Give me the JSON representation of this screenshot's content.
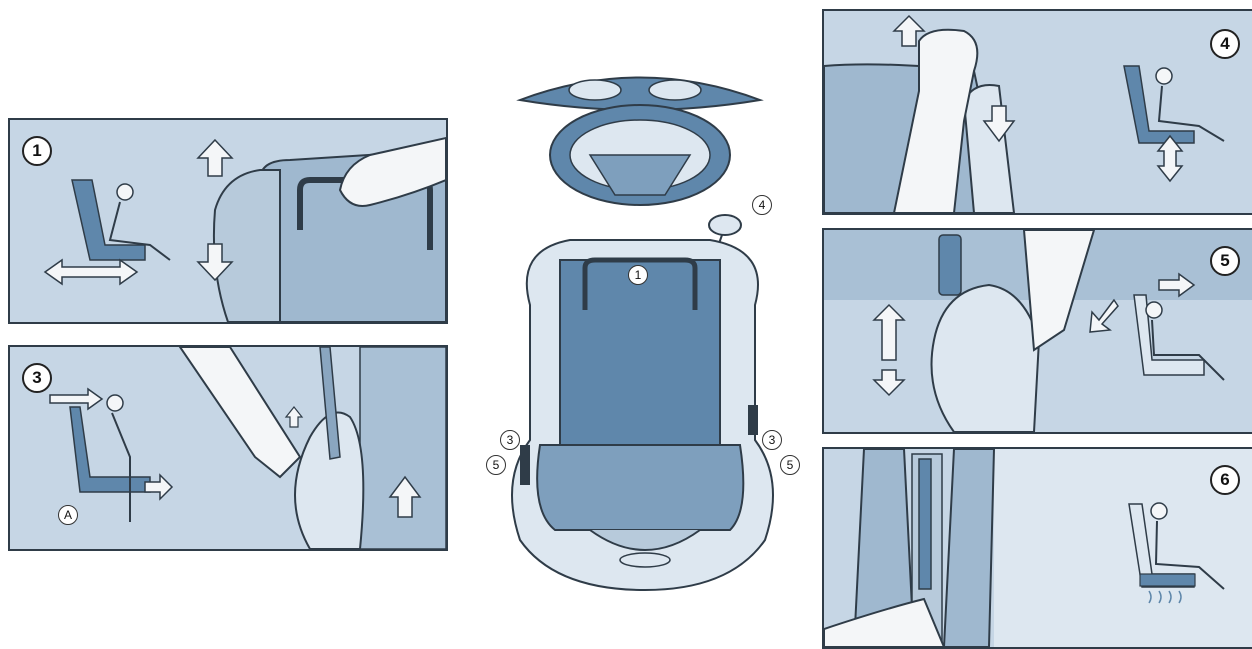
{
  "panels": {
    "p1": {
      "label": "1"
    },
    "p3": {
      "label": "3",
      "marker": "A"
    },
    "p4": {
      "label": "4"
    },
    "p5": {
      "label": "5"
    },
    "p6": {
      "label": "6"
    }
  },
  "center": {
    "callout_headrest": "4",
    "callout_backrest": "1",
    "callout_left_upper": "3",
    "callout_left_lower": "5",
    "callout_right_upper": "3",
    "callout_right_lower": "5"
  },
  "colors": {
    "panel_bg": "#c9d8e6",
    "seat_blue": "#5f87ab",
    "seat_light": "#dde7f0",
    "outline": "#2f3c48",
    "arrow_fill": "#f4f6f8"
  }
}
